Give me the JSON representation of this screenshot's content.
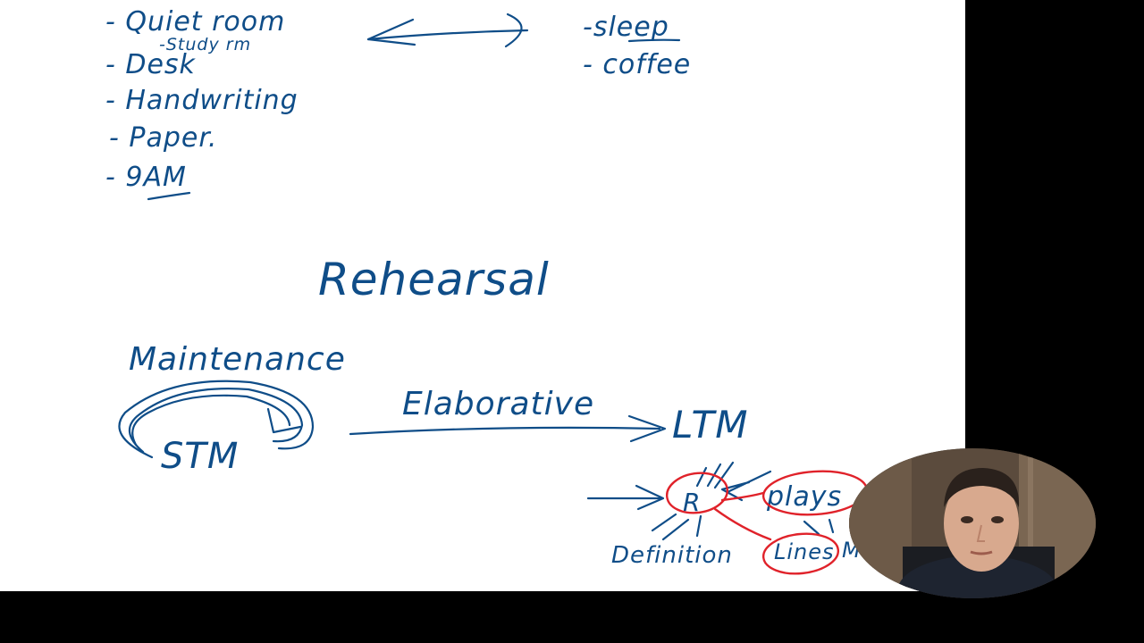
{
  "notes": {
    "left_list": [
      "- Quiet room",
      "- Desk",
      "- Handwriting",
      "- Paper.",
      "- 9AM"
    ],
    "left_sublist": "-Study rm",
    "right_list": [
      "-sleep",
      "- coffee"
    ],
    "heading": "Rehearsal",
    "maintenance": "Maintenance",
    "stm": "STM",
    "elaborative": "Elaborative",
    "ltm": "LTM",
    "node_r": "R",
    "plays": "plays",
    "definition": "Definition",
    "lines": "Lines",
    "partial_m": "M"
  },
  "colors": {
    "ink_blue": "#0f4d88",
    "ink_red": "#e0222a",
    "board": "#ffffff",
    "frame": "#000000"
  }
}
